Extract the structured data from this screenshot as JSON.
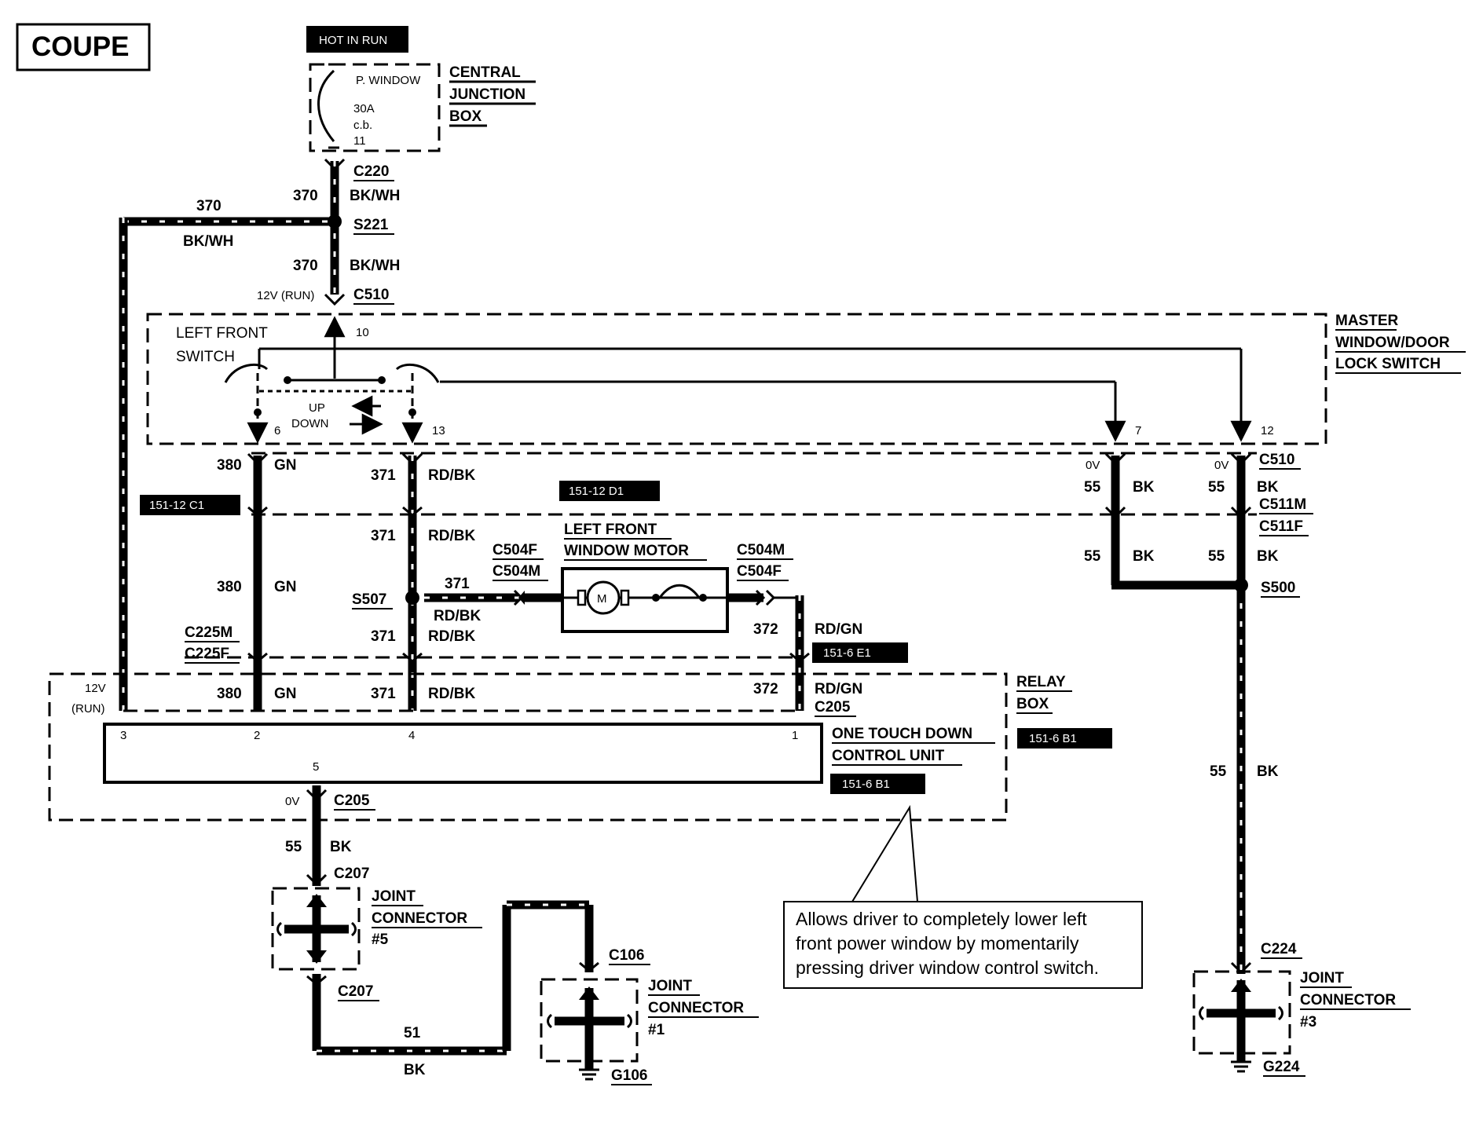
{
  "title": "COUPE",
  "power_tag": "HOT IN RUN",
  "central_junction_box": {
    "name_lines": [
      "CENTRAL",
      "JUNCTION",
      "BOX"
    ],
    "breaker_lines": [
      "P. WINDOW",
      "30A",
      "c.b.",
      "11"
    ]
  },
  "connectors": {
    "c220": "C220",
    "s221": "S221",
    "c510_top": "C510",
    "c510_right": "C510",
    "c511m": "C511M",
    "c511f": "C511F",
    "s500": "S500",
    "c504f_l": "C504F",
    "c504m_l": "C504M",
    "c504m_r": "C504M",
    "c504f_r": "C504F",
    "s507": "S507",
    "c225m": "C225M",
    "c225f": "C225F",
    "c205_top": "C205",
    "c205_bot": "C205",
    "c207_top": "C207",
    "c207_bot": "C207",
    "c106": "C106",
    "g106": "G106",
    "c224": "C224",
    "g224": "G224"
  },
  "wires": {
    "c370": "370",
    "bkwh": "BK/WH",
    "c380": "380",
    "gn": "GN",
    "c371": "371",
    "rdbk": "RD/BK",
    "c372": "372",
    "rdgn": "RD/GN",
    "c55": "55",
    "bk": "BK",
    "c51": "51"
  },
  "voltages": {
    "v12run": "12V (RUN)",
    "v12": "12V",
    "run": "(RUN)",
    "zero": "0V"
  },
  "pins": {
    "p10": "10",
    "p6": "6",
    "p13": "13",
    "p7": "7",
    "p12": "12",
    "p3": "3",
    "p2": "2",
    "p4": "4",
    "p1": "1",
    "p5": "5"
  },
  "left_front_switch": {
    "lines": [
      "LEFT FRONT",
      "SWITCH"
    ],
    "up": "UP",
    "down": "DOWN"
  },
  "master_switch": {
    "lines": [
      "MASTER",
      "WINDOW/DOOR",
      "LOCK SWITCH"
    ]
  },
  "motor": {
    "lines": [
      "LEFT FRONT",
      "WINDOW MOTOR"
    ],
    "symbol": "M"
  },
  "relay_box": {
    "lines": [
      "RELAY",
      "BOX"
    ]
  },
  "control_unit": {
    "lines": [
      "ONE TOUCH DOWN",
      "CONTROL UNIT"
    ]
  },
  "refs": {
    "r1": "151-12 C1",
    "r2": "151-12 D1",
    "r3": "151-6 E1",
    "r4": "151-6 B1",
    "r5": "151-6 B1"
  },
  "joint_connectors": {
    "j5": {
      "lines": [
        "JOINT",
        "CONNECTOR",
        "#5"
      ]
    },
    "j1": {
      "lines": [
        "JOINT",
        "CONNECTOR",
        "#1"
      ]
    },
    "j3": {
      "lines": [
        "JOINT",
        "CONNECTOR",
        "#3"
      ]
    }
  },
  "note": {
    "lines": [
      "Allows driver to completely lower left",
      "front power window by momentarily",
      "pressing driver window control switch."
    ]
  }
}
